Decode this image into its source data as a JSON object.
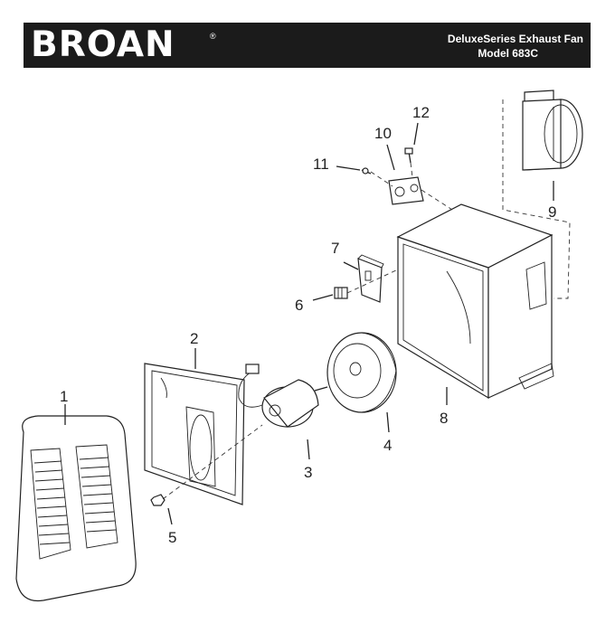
{
  "brand": {
    "logo_text": "BROAN",
    "registered_mark": "®"
  },
  "header": {
    "title": "DeluxeSeries Exhaust Fan",
    "model": "Model  683C"
  },
  "callouts": {
    "1": "1",
    "2": "2",
    "3": "3",
    "4": "4",
    "5": "5",
    "6": "6",
    "7": "7",
    "8": "8",
    "9": "9",
    "10": "10",
    "11": "11",
    "12": "12"
  },
  "colors": {
    "header_bg": "#1b1b1b",
    "header_text": "#ffffff",
    "line": "#222222"
  }
}
